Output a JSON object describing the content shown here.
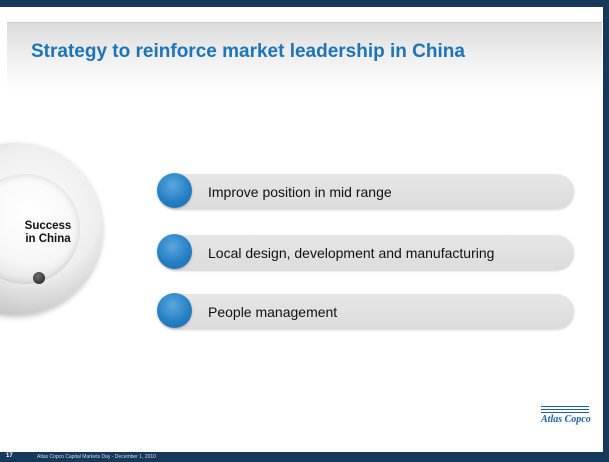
{
  "slide": {
    "title": "Strategy to reinforce market leadership in China",
    "center_label_line1": "Success",
    "center_label_line2": "in China",
    "items": [
      {
        "label": "Improve position in mid range"
      },
      {
        "label": "Local design, development and manufacturing"
      },
      {
        "label": "People management"
      }
    ],
    "logo_text": "Atlas Copco",
    "footer": {
      "page_number": "17",
      "text": "Atlas Copco Capital Markets Day - December 1, 2010"
    },
    "colors": {
      "title": "#1d75b6",
      "bullet": "#2680c4",
      "frame": "#16385a",
      "logo": "#1f5fa8"
    }
  }
}
